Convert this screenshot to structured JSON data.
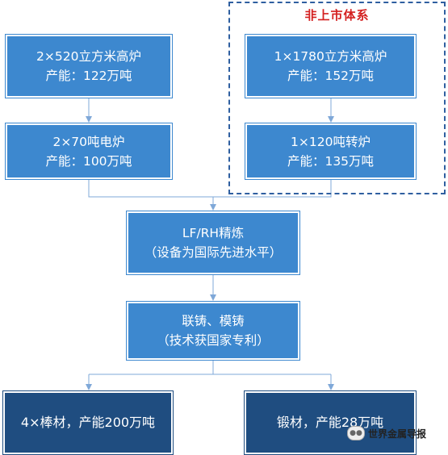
{
  "group": {
    "title": "非上市体系"
  },
  "nodes": {
    "blast_furnace_2x520": {
      "line1": "2×520立方米高炉",
      "line2": "产能：122万吨"
    },
    "eaf_2x70": {
      "line1": "2×70吨电炉",
      "line2": "产能：100万吨"
    },
    "blast_furnace_1x1780": {
      "line1": "1×1780立方米高炉",
      "line2": "产能：152万吨"
    },
    "converter_1x120": {
      "line1": "1×120吨转炉",
      "line2": "产能：135万吨"
    },
    "refining": {
      "line1": "LF/RH精炼",
      "line2": "（设备为国际先进水平）"
    },
    "casting": {
      "line1": "联铸、模铸",
      "line2": "（技术获国家专利）"
    },
    "bars": {
      "line1": "4×棒材，产能200万吨"
    },
    "forgings": {
      "line1": "锻材，产能28万吨"
    }
  },
  "watermark": {
    "text": "世界金属导报",
    "icon": "wechat-icon"
  },
  "colors": {
    "box": "#3d88cf",
    "box_dark": "#1f4d80",
    "connector": "#7fa8d8",
    "dashed_border": "#2f5fa0",
    "group_title": "#d42020"
  }
}
